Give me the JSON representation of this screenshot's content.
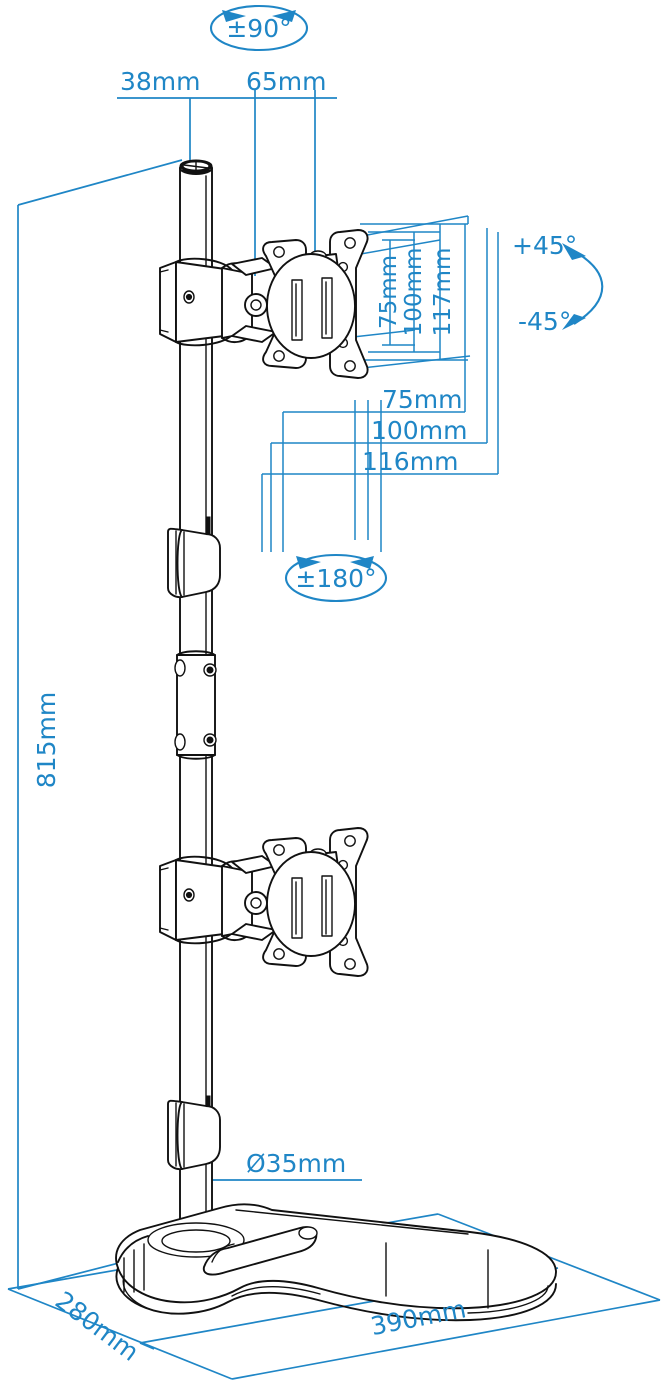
{
  "drawing": {
    "title": "Monitor stand technical dimension drawing",
    "units": "mm",
    "accent_color": "#1f86c6",
    "line_color": "#111111",
    "background": "#ffffff"
  },
  "dimensions": {
    "top_offset_small": "38mm",
    "top_offset_large": "65mm",
    "total_height": "815mm",
    "pole_diameter": "Ø35mm",
    "base_depth": "280mm",
    "base_width": "390mm"
  },
  "vesa": {
    "vertical": {
      "small": "75mm",
      "medium": "100mm",
      "large": "117mm"
    },
    "horizontal": {
      "small": "75mm",
      "medium": "100mm",
      "large": "116mm"
    }
  },
  "rotation": {
    "swivel_top": "±90°",
    "rotate_plate": "±180°",
    "tilt_up": "+45°",
    "tilt_down": "-45°"
  },
  "icons": {
    "swivel": "rotation-arrows-icon",
    "rotate": "rotation-arrows-icon",
    "tilt": "tilt-arc-icon"
  }
}
